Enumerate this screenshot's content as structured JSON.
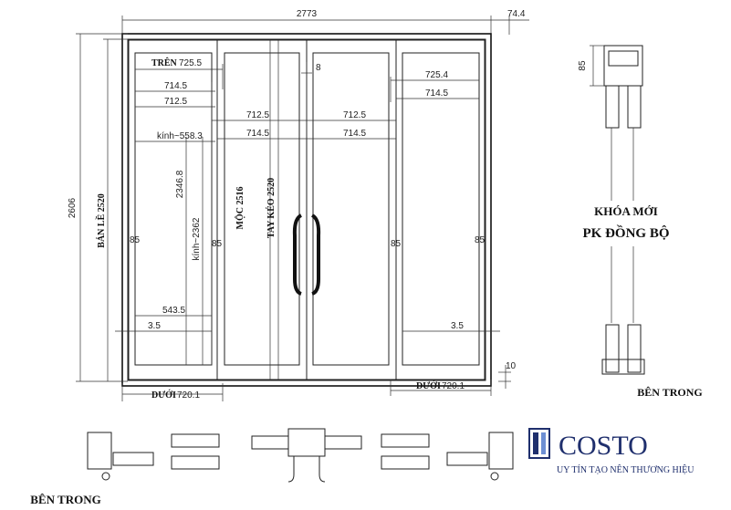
{
  "dimensions": {
    "overall_width": "2773",
    "top_offset": "74.4",
    "overall_height": "2606",
    "hinge_height": "BẢN LỀ 2520",
    "middle_height": "MỘC 2516",
    "handle_height": "TAY KÉO 2520",
    "top_rail_label": "TRÊN",
    "top_left_1": "725.5",
    "top_left_2": "714.5",
    "top_left_3": "712.5",
    "center_left_1": "712.5",
    "center_left_2": "714.5",
    "center_right_1": "712.5",
    "center_right_2": "714.5",
    "gap": "8",
    "top_right_1": "725.4",
    "top_right_2": "714.5",
    "glass_width": "kính~558.3",
    "glass_height_1": "2346.8",
    "glass_height_2": "kính~2362",
    "side_85_a": "85",
    "side_85_b": "85",
    "side_85_c": "85",
    "side_85_d": "85",
    "bottom_left_width": "543.5",
    "bottom_left_offset": "3.5",
    "bottom_right_offset": "3.5",
    "bottom_left_rail": "DƯỚI",
    "bottom_left_value": "720.1",
    "bottom_right_rail": "DƯỚI",
    "bottom_right_value": "720.1",
    "bottom_gap": "10",
    "profile_height": "85"
  },
  "notes": {
    "lock_line1": "KHÓA MỚI",
    "lock_line2": "PK ĐỒNG BỘ",
    "inside_right": "BÊN TRONG",
    "inside_left": "BÊN TRONG"
  },
  "brand": {
    "name": "COSTO",
    "tagline": "UY TÍN TẠO NÊN THƯƠNG HIỆU",
    "color": "#1f2f6d"
  }
}
